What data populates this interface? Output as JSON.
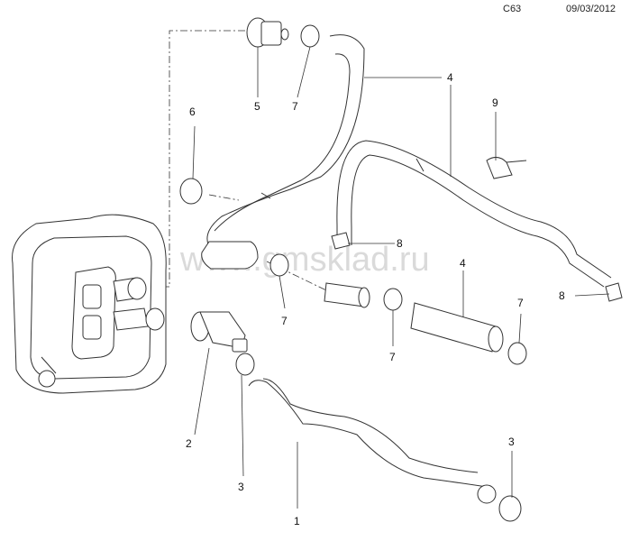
{
  "header": {
    "code": "C63",
    "date": "09/03/2012"
  },
  "watermark": "www.gmsklad.ru",
  "callouts": [
    "1",
    "2",
    "3",
    "3",
    "4",
    "4",
    "5",
    "6",
    "7",
    "7",
    "7",
    "7",
    "8",
    "8",
    "9"
  ]
}
